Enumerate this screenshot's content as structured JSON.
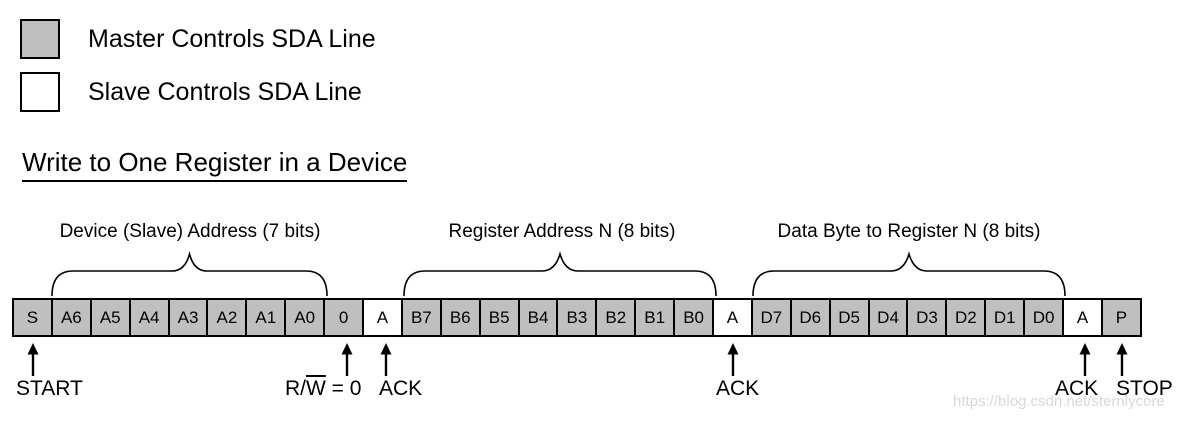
{
  "colors": {
    "master_fill": "#bfbfbf",
    "slave_fill": "#ffffff",
    "border": "#000000",
    "watermark": "#d8d8d8"
  },
  "legend": {
    "items": [
      {
        "swatch": "master",
        "label": "Master Controls SDA Line"
      },
      {
        "swatch": "slave",
        "label": "Slave Controls SDA Line"
      }
    ]
  },
  "title": "Write to One Register in a Device",
  "field_labels": [
    {
      "text": "Device (Slave) Address (7 bits)"
    },
    {
      "text": "Register Address N (8 bits)"
    },
    {
      "text": "Data Byte to Register N (8 bits)"
    }
  ],
  "bit_row": {
    "cells": [
      {
        "label": "S",
        "owner": "master"
      },
      {
        "label": "A6",
        "owner": "master"
      },
      {
        "label": "A5",
        "owner": "master"
      },
      {
        "label": "A4",
        "owner": "master"
      },
      {
        "label": "A3",
        "owner": "master"
      },
      {
        "label": "A2",
        "owner": "master"
      },
      {
        "label": "A1",
        "owner": "master"
      },
      {
        "label": "A0",
        "owner": "master"
      },
      {
        "label": "0",
        "owner": "master"
      },
      {
        "label": "A",
        "owner": "slave"
      },
      {
        "label": "B7",
        "owner": "master"
      },
      {
        "label": "B6",
        "owner": "master"
      },
      {
        "label": "B5",
        "owner": "master"
      },
      {
        "label": "B4",
        "owner": "master"
      },
      {
        "label": "B3",
        "owner": "master"
      },
      {
        "label": "B2",
        "owner": "master"
      },
      {
        "label": "B1",
        "owner": "master"
      },
      {
        "label": "B0",
        "owner": "master"
      },
      {
        "label": "A",
        "owner": "slave"
      },
      {
        "label": "D7",
        "owner": "master"
      },
      {
        "label": "D6",
        "owner": "master"
      },
      {
        "label": "D5",
        "owner": "master"
      },
      {
        "label": "D4",
        "owner": "master"
      },
      {
        "label": "D3",
        "owner": "master"
      },
      {
        "label": "D2",
        "owner": "master"
      },
      {
        "label": "D1",
        "owner": "master"
      },
      {
        "label": "D0",
        "owner": "master"
      },
      {
        "label": "A",
        "owner": "slave"
      },
      {
        "label": "P",
        "owner": "master"
      }
    ]
  },
  "annotations": {
    "start": "START",
    "rw": {
      "prefix": "R/",
      "overline": "W",
      "suffix": " = 0"
    },
    "ack": "ACK",
    "stop": "STOP"
  },
  "watermark": "https://blog.csdn.net/sternlycore"
}
